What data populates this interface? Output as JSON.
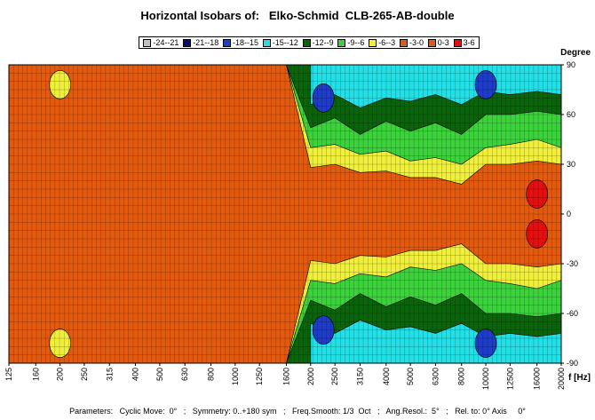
{
  "chart_data": {
    "type": "heatmap",
    "title": "Horizontal Isobars of:   Elko-Schmid  CLB-265-AB-double",
    "ylabel": "Degree",
    "xlabel": "f [Hz]",
    "x_ticks": [
      "125",
      "160",
      "200",
      "250",
      "315",
      "400",
      "500",
      "630",
      "800",
      "1000",
      "1250",
      "1600",
      "2000",
      "2500",
      "3150",
      "4000",
      "5000",
      "6300",
      "8000",
      "10000",
      "12500",
      "16000",
      "20000"
    ],
    "x_scale": "log",
    "xlim": [
      125,
      20000
    ],
    "y_ticks": [
      "90",
      "60",
      "30",
      "0",
      "-30",
      "-60",
      "-90"
    ],
    "ylim": [
      -90,
      90
    ],
    "legend": [
      {
        "label": "-24--21",
        "color": "#c0c0c0"
      },
      {
        "label": "-21--18",
        "color": "#0a0a78"
      },
      {
        "label": "-18--15",
        "color": "#1e3cc8"
      },
      {
        "label": "-15--12",
        "color": "#22e0e6"
      },
      {
        "label": "-12--9",
        "color": "#0b640b"
      },
      {
        "label": "-9--6",
        "color": "#3cd23c"
      },
      {
        "label": "-6--3",
        "color": "#f0f03c"
      },
      {
        "label": "-3-0",
        "color": "#e35a0f"
      },
      {
        "label": "0-3",
        "color": "#e35a0f"
      },
      {
        "label": "3-6",
        "color": "#e60f0f"
      }
    ],
    "bands": [
      {
        "x": [
          125,
          160,
          200,
          250,
          315,
          400,
          500,
          630,
          800,
          1000,
          1250,
          1600,
          2000,
          2500,
          3150,
          4000,
          5000,
          6300,
          8000,
          10000,
          12500,
          16000,
          20000
        ],
        "edge_deg": [
          90,
          90,
          90,
          90,
          90,
          90,
          90,
          90,
          90,
          90,
          90,
          90,
          28,
          30,
          25,
          26,
          22,
          22,
          18,
          30,
          30,
          32,
          30
        ],
        "level": "-6--3"
      },
      {
        "x": [
          1600,
          2000,
          2500,
          3150,
          4000,
          5000,
          6300,
          8000,
          10000,
          12500,
          16000,
          20000
        ],
        "edge_deg": [
          90,
          40,
          42,
          36,
          38,
          32,
          34,
          30,
          40,
          42,
          45,
          40
        ],
        "level": "-9--6"
      },
      {
        "x": [
          1600,
          2000,
          2500,
          3150,
          4000,
          5000,
          6300,
          8000,
          10000,
          12500,
          16000,
          20000
        ],
        "edge_deg": [
          90,
          52,
          58,
          48,
          56,
          50,
          55,
          48,
          60,
          60,
          62,
          60
        ],
        "level": "-12--9"
      },
      {
        "x": [
          2000,
          2500,
          3150,
          4000,
          5000,
          6300,
          8000,
          10000,
          12500,
          16000,
          20000
        ],
        "edge_deg": [
          66,
          72,
          64,
          70,
          68,
          72,
          66,
          74,
          72,
          74,
          72
        ],
        "level": "-15--12"
      }
    ],
    "hotspots": [
      {
        "x": 16000,
        "y": 12,
        "level": "3-6"
      },
      {
        "x": 16000,
        "y": -12,
        "level": "3-6"
      },
      {
        "x": 200,
        "y": 78,
        "level": "-6--3"
      },
      {
        "x": 200,
        "y": -78,
        "level": "-6--3"
      },
      {
        "x": 2250,
        "y": 70,
        "level": "-18--15"
      },
      {
        "x": 2250,
        "y": -70,
        "level": "-18--15"
      },
      {
        "x": 10000,
        "y": 78,
        "level": "-18--15"
      },
      {
        "x": 10000,
        "y": -78,
        "level": "-18--15"
      }
    ],
    "grid": true
  },
  "footer": {
    "params": "Parameters:   Cyclic Move:  0°   ;   Symmetry: 0..+180 sym   ;   Freq.Smooth: 1/3  Oct   ;   Ang.Resol.:  5°   ;   Rel. to: 0° Axis     0°"
  }
}
